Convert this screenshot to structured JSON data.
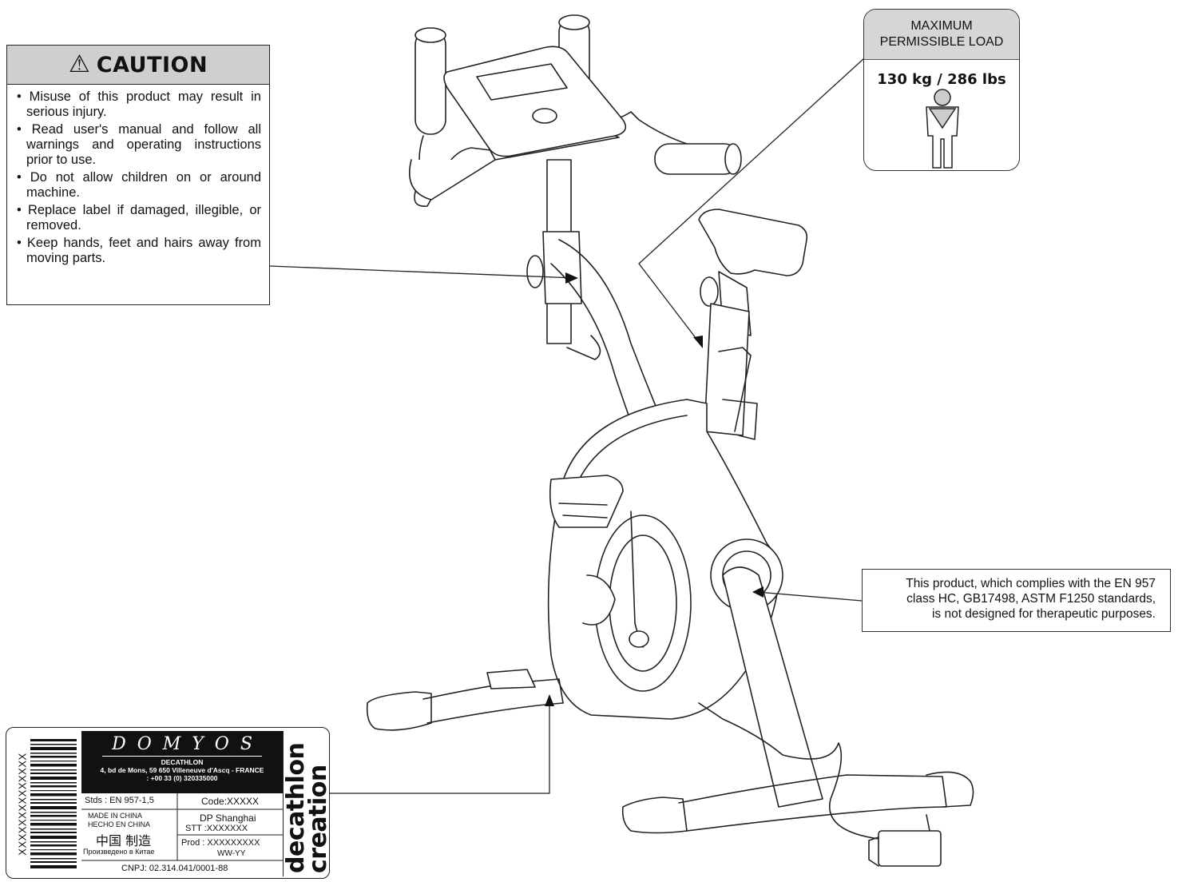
{
  "caution": {
    "icon": "warning-triangle-icon",
    "title": "CAUTION",
    "items": [
      "Misuse of this product may result in serious injury.",
      "Read user's manual and follow all warnings and operating instructions prior to use.",
      "Do not allow children on or around machine.",
      "Replace label if damaged, illegible, or removed.",
      "Keep hands, feet and hairs away from moving parts."
    ]
  },
  "max_load": {
    "title_line1": "MAXIMUM",
    "title_line2": "PERMISSIBLE LOAD",
    "value": "130 kg / 286 lbs",
    "icon": "person-icon"
  },
  "standards": {
    "line1": "This product, which complies with the EN 957",
    "line2": "class HC, GB17498, ASTM F1250 standards,",
    "line3": "is not designed for therapeutic purposes."
  },
  "product_label": {
    "serial": "XXXXXXXXXXXXXX",
    "brand": "DOMYOS",
    "company": "DECATHLON",
    "address": "4, bd de Mons, 59 650 Villeneuve d'Ascq - FRANCE",
    "phone": ": +00 33 (0) 320335000",
    "stds": "Stds : EN 957-1,5",
    "code": "Code:XXXXX",
    "made_in_en": "MADE IN  CHINA",
    "made_in_es": "HECHO EN   CHINA",
    "made_in_zh": "中国 制造",
    "made_in_ru": "Произведено в Китае",
    "dp": "DP Shanghai",
    "stt": "STT :XXXXXXX",
    "prod": "Prod : XXXXXXXXX",
    "date": "WW-YY",
    "cnpj": "CNPJ: 02.314.041/0001-88",
    "side_brand_line1": "decathlon",
    "side_brand_line2": "creation"
  }
}
